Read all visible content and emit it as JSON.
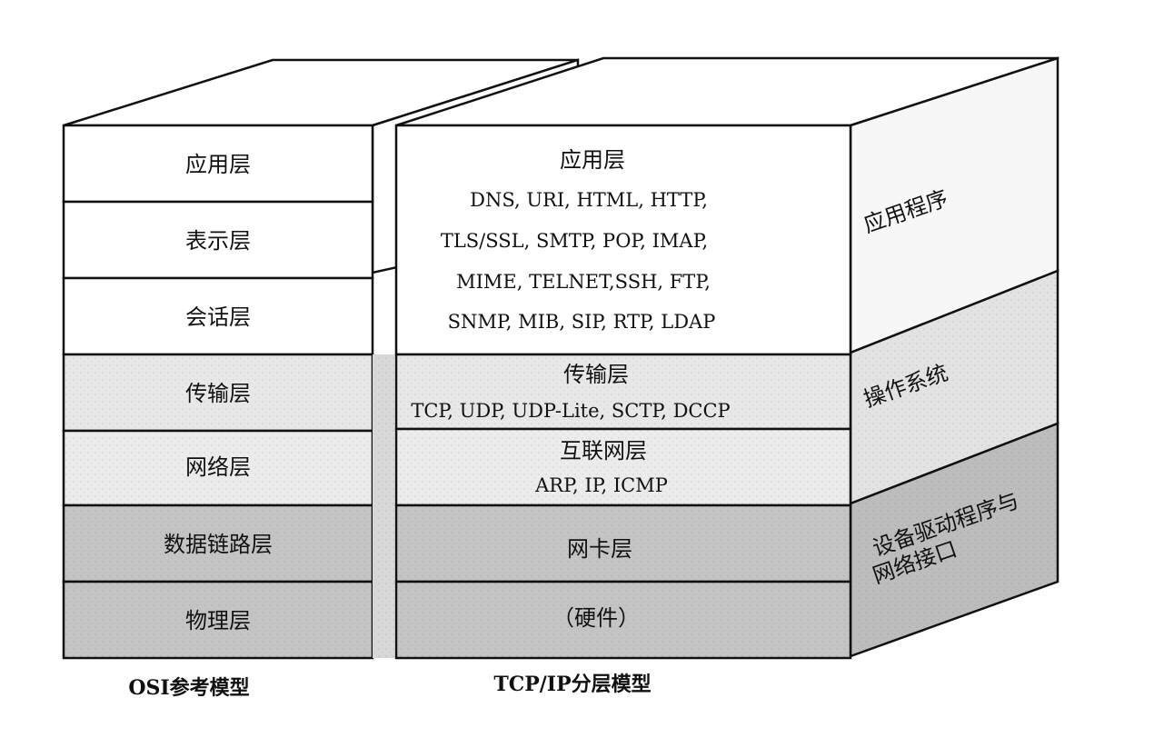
{
  "osi": {
    "caption": "OSI参考模型",
    "layers": [
      "应用层",
      "表示层",
      "会话层",
      "传输层",
      "网络层",
      "数据链路层",
      "物理层"
    ]
  },
  "tcpip": {
    "caption": "TCP/IP分层模型",
    "application": {
      "name": "应用层",
      "protocols": [
        "DNS, URI, HTML, HTTP,",
        "TLS/SSL, SMTP, POP, IMAP,",
        "MIME, TELNET,SSH, FTP,",
        "SNMP, MIB, SIP, RTP, LDAP"
      ]
    },
    "transport": {
      "name": "传输层",
      "protocols": "TCP, UDP, UDP-Lite, SCTP, DCCP"
    },
    "internet": {
      "name": "互联网层",
      "protocols": "ARP, IP, ICMP"
    },
    "link": {
      "name": "网卡层"
    },
    "hardware": {
      "name": "（硬件）"
    }
  },
  "side": {
    "application": "应用程序",
    "os": "操作系统",
    "driver_line1": "设备驱动程序与",
    "driver_line2": "网络接口"
  },
  "colors": {
    "white": "#ffffff",
    "light_gray": "#e8e8e8",
    "dark_gray": "#c4c4c4",
    "side_white": "#f6f6f6",
    "side_light": "#e3e3e3",
    "side_dark": "#bdbdbd",
    "top_face": "#ffffff",
    "outline": "#111111"
  }
}
